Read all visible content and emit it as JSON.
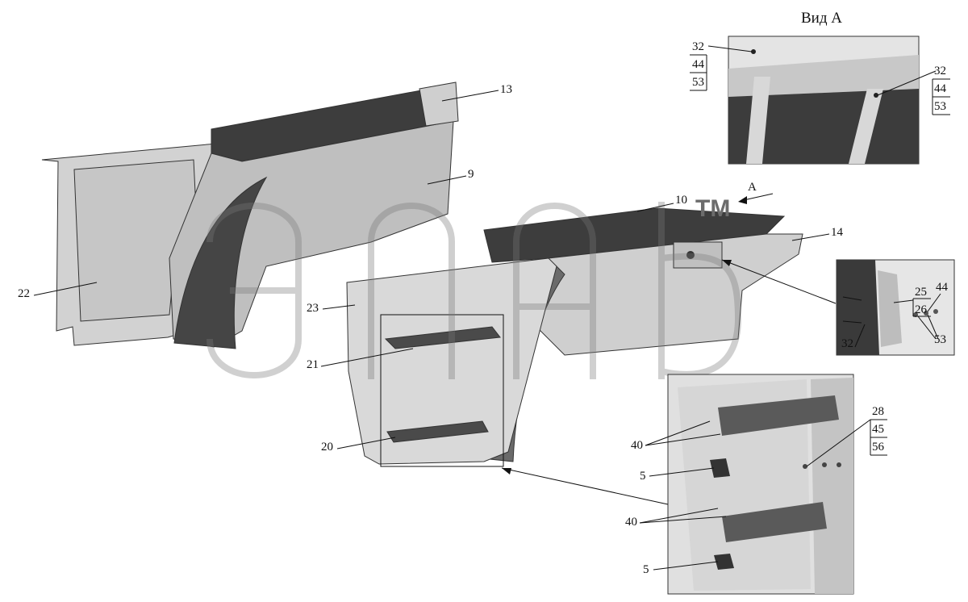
{
  "view_a": {
    "title": "Вид А",
    "stack_left": [
      "32",
      "44",
      "53"
    ],
    "stack_right": [
      "32",
      "44",
      "53"
    ]
  },
  "callouts": {
    "c13": "13",
    "c9": "9",
    "c10": "10",
    "c14": "14",
    "c22": "22",
    "c23": "23",
    "c21": "21",
    "c20": "20",
    "cA": "А"
  },
  "detail_right": {
    "c25": "25",
    "c26": "26",
    "c44": "44",
    "c32": "32",
    "c53": "53"
  },
  "detail_steps": {
    "c40a": "40",
    "c5a": "5",
    "c40b": "40",
    "c5b": "5",
    "stack": [
      "28",
      "45",
      "56"
    ]
  },
  "watermark": {
    "tm": "TM"
  },
  "colors": {
    "panel_light": "#d4d4d4",
    "panel_mid": "#b9b9b9",
    "panel_dark": "#3a3a3a",
    "line": "#111111"
  }
}
